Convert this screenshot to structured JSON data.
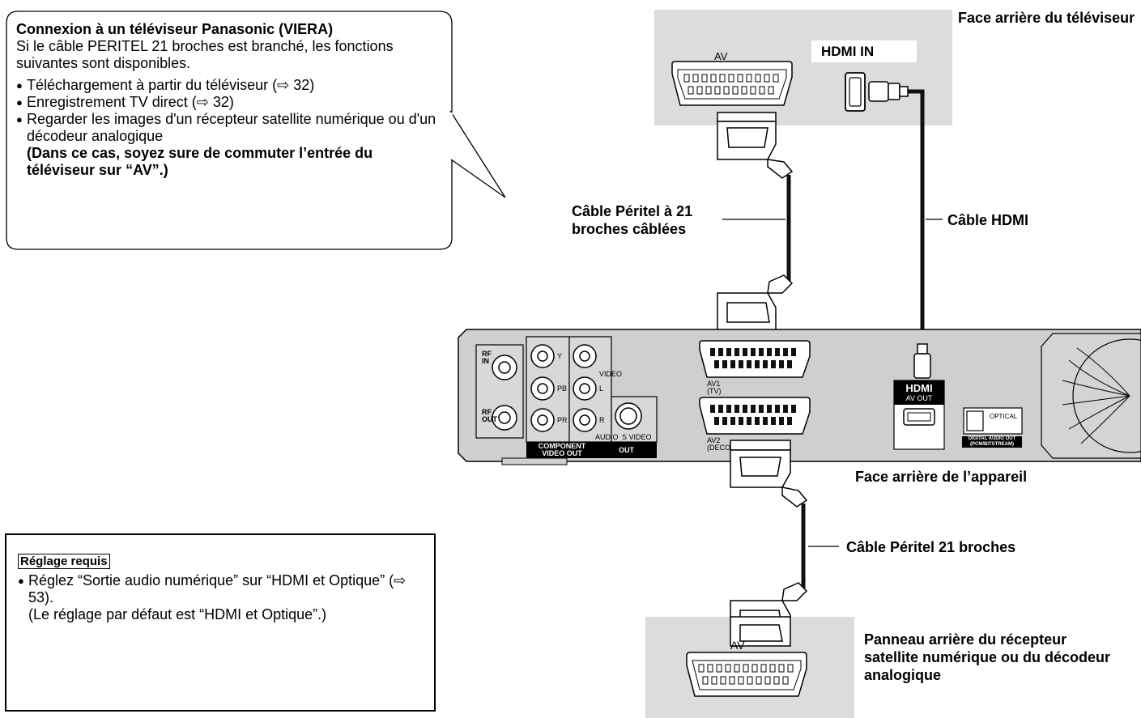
{
  "callout": {
    "title": "Connexion à un téléviseur Panasonic (VIERA)",
    "intro": "Si le câble PERITEL 21 broches est branché, les fonctions suivantes sont disponibles.",
    "items": [
      "Téléchargement à partir du téléviseur (⇨ 32)",
      "Enregistrement TV direct (⇨ 32)",
      "Regarder les images d'un récepteur satellite numérique ou d'un décodeur analogique"
    ],
    "note": "(Dans ce cas, soyez sure de commuter l’entrée du téléviseur sur “AV”.)"
  },
  "setting": {
    "heading": "Réglage requis",
    "bullet": "Réglez “Sortie audio numérique” sur “HDMI et Optique” (⇨ 53).",
    "default": "(Le réglage par défaut est “HDMI et Optique”.)"
  },
  "tv": {
    "caption": "Face arrière du téléviseur",
    "av_label": "AV",
    "hdmi_label": "HDMI IN"
  },
  "cables": {
    "peritel_wired": "Câble Péritel à 21 broches câblées",
    "hdmi": "Câble HDMI",
    "peritel": "Câble Péritel 21 broches"
  },
  "unit": {
    "caption": "Face arrière de l’appareil",
    "rf_in": "RF IN",
    "rf_out": "RF OUT",
    "y": "Y",
    "pb": "PB",
    "pr": "PR",
    "video": "VIDEO",
    "l": "L",
    "r": "R",
    "audio": "AUDIO",
    "s_video": "S VIDEO",
    "component_out": "COMPONENT VIDEO OUT",
    "out": "OUT",
    "av1": "AV1 (TV)",
    "av2": "AV2 (DECO",
    "hdmi_logo": "HDMI",
    "av_out": "AV OUT",
    "optical": "OPTICAL",
    "digital_audio_out": "DIGITAL AUDIO OUT (PCM/BITSTREAM)"
  },
  "receiver": {
    "caption": "Panneau arrière du récepteur satellite numérique ou du décodeur analogique",
    "av_label": "AV"
  }
}
